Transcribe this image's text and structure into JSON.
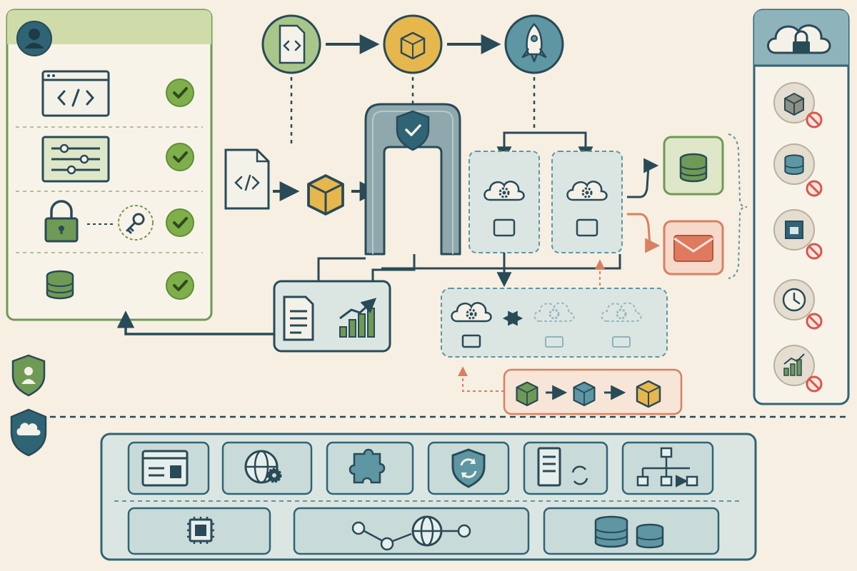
{
  "diagram": {
    "type": "ci-cd-deployment-pipeline-illustration",
    "text_labels": [],
    "colors": {
      "background": "#f6efe2",
      "teal_dark": "#2f6475",
      "teal_mid": "#5e96a3",
      "teal_light": "#dbe6e3",
      "green": "#6f9a55",
      "green_light": "#dfe7c9",
      "yellow": "#e6b74d",
      "orange": "#d9805f",
      "ink": "#294a57",
      "check_bg": "#7fae4b",
      "blocked": "#d9574a"
    },
    "developer_checklist": {
      "header_icon": "user-avatar-icon",
      "items": [
        {
          "icon": "code-window-icon",
          "status": "passed"
        },
        {
          "icon": "settings-sliders-icon",
          "status": "passed"
        },
        {
          "icon": "padlock-key-icon",
          "status": "passed"
        },
        {
          "icon": "database-icon",
          "status": "passed"
        }
      ]
    },
    "pipeline_stages": [
      "source-code-icon",
      "package-box-icon",
      "rocket-deploy-icon"
    ],
    "security_gate": {
      "icon": "shield-check-icon"
    },
    "deployment_targets": [
      "cloud-server-icon",
      "cloud-server-icon"
    ],
    "outputs": [
      {
        "icon": "database-icon",
        "result": "success"
      },
      {
        "icon": "mail-alert-icon",
        "result": "failure"
      }
    ],
    "reports": [
      "document-icon",
      "bar-chart-growth-icon"
    ],
    "scaling_cluster": {
      "active_nodes": 1,
      "standby_nodes": 2
    },
    "artifact_versions": [
      "package-box-icon",
      "package-box-icon",
      "package-box-icon"
    ],
    "policy_restrictions": [
      {
        "icon": "cube-icon",
        "blocked": true
      },
      {
        "icon": "database-icon",
        "blocked": true
      },
      {
        "icon": "network-port-icon",
        "blocked": true
      },
      {
        "icon": "clock-icon",
        "blocked": true
      },
      {
        "icon": "chart-icon",
        "blocked": true
      }
    ],
    "platform_services_row_1": [
      "browser-window-icon",
      "globe-gear-icon",
      "puzzle-icon",
      "shield-sync-icon",
      "server-sync-icon",
      "org-chart-icon"
    ],
    "platform_services_row_2": [
      "cpu-chip-icon",
      "network-globe-icon",
      "database-stack-icon"
    ]
  }
}
